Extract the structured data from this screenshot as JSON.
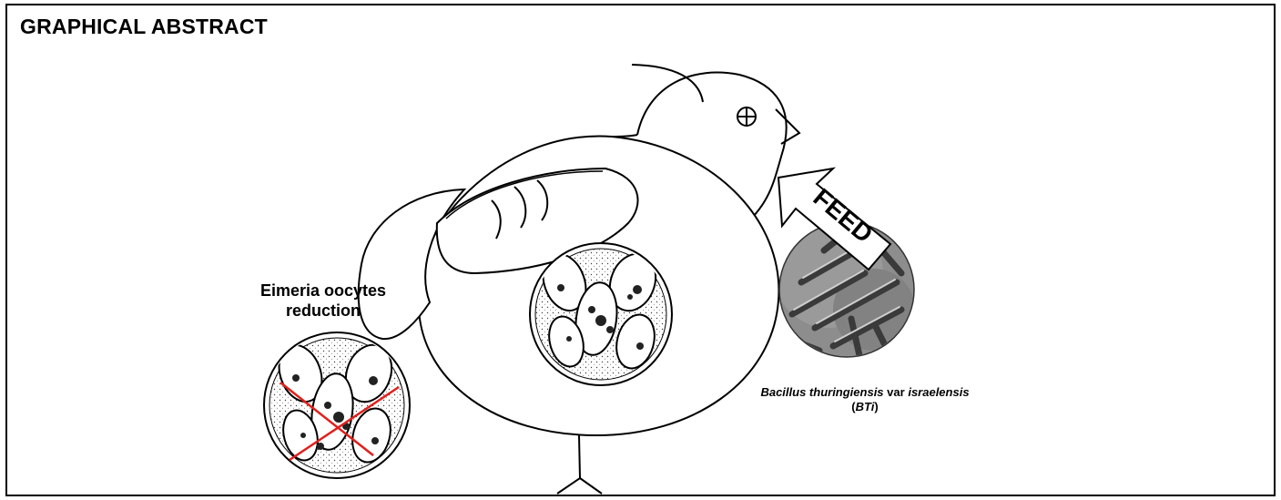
{
  "title": "GRAPHICAL ABSTRACT",
  "arrow_label": "FEED",
  "eimeria_label": {
    "line1": "Eimeria oocytes",
    "line2": "reduction"
  },
  "bti_label": {
    "species": "Bacillus thuringiensis",
    "var_word": "var",
    "variety": "israelensis",
    "abbr_open": "(",
    "abbr": "BTi",
    "abbr_close": ")"
  },
  "colors": {
    "line": "#000000",
    "cross": "#e0201b",
    "micrograph_bg": "#8d8d8d",
    "bacteria": "#3a3a3a"
  }
}
